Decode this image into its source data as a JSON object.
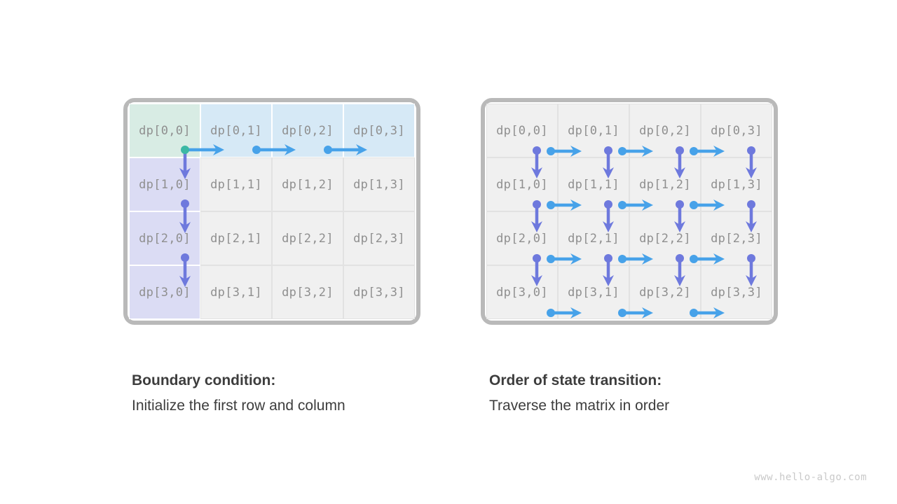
{
  "colors": {
    "teal": "#3cb8a4",
    "blue": "#47a2e9",
    "indigo": "#6e79dd",
    "mint": "#d8ece4",
    "lightblue": "#d6e9f6",
    "lavender": "#dbdcf4",
    "graycell": "#f0f0f0",
    "panel_border": "#b9b9b9",
    "label": "#8f8f8f",
    "caption": "#3d3d3d",
    "watermark": "#c9c9c9"
  },
  "watermark": {
    "text": "www.hello-algo.com"
  },
  "panels": [
    {
      "id": "boundary",
      "caption": {
        "title": "Boundary condition:",
        "body": "Initialize the first row and column"
      },
      "grid": {
        "rows": 4,
        "cols": 4,
        "labels": [
          [
            "dp[0,0]",
            "dp[0,1]",
            "dp[0,2]",
            "dp[0,3]"
          ],
          [
            "dp[1,0]",
            "dp[1,1]",
            "dp[1,2]",
            "dp[1,3]"
          ],
          [
            "dp[2,0]",
            "dp[2,1]",
            "dp[2,2]",
            "dp[2,3]"
          ],
          [
            "dp[3,0]",
            "dp[3,1]",
            "dp[3,2]",
            "dp[3,3]"
          ]
        ],
        "cell_colors": [
          [
            "mint",
            "lightblue",
            "lightblue",
            "lightblue"
          ],
          [
            "lavender",
            "graycell",
            "graycell",
            "graycell"
          ],
          [
            "lavender",
            "graycell",
            "graycell",
            "graycell"
          ],
          [
            "lavender",
            "graycell",
            "graycell",
            "graycell"
          ]
        ]
      },
      "arrows": {
        "right": [
          {
            "row": 0,
            "col": 0,
            "dot": "teal"
          },
          {
            "row": 0,
            "col": 1
          },
          {
            "row": 0,
            "col": 2
          }
        ],
        "down": [
          {
            "row": 0,
            "col": 0,
            "dot": "none"
          },
          {
            "row": 1,
            "col": 0
          },
          {
            "row": 2,
            "col": 0
          }
        ]
      }
    },
    {
      "id": "transition",
      "caption": {
        "title": "Order of state transition:",
        "body": "Traverse the matrix in order"
      },
      "grid": {
        "rows": 4,
        "cols": 4,
        "labels": [
          [
            "dp[0,0]",
            "dp[0,1]",
            "dp[0,2]",
            "dp[0,3]"
          ],
          [
            "dp[1,0]",
            "dp[1,1]",
            "dp[1,2]",
            "dp[1,3]"
          ],
          [
            "dp[2,0]",
            "dp[2,1]",
            "dp[2,2]",
            "dp[2,3]"
          ],
          [
            "dp[3,0]",
            "dp[3,1]",
            "dp[3,2]",
            "dp[3,3]"
          ]
        ],
        "cell_colors": [
          [
            "graycell",
            "graycell",
            "graycell",
            "graycell"
          ],
          [
            "graycell",
            "graycell",
            "graycell",
            "graycell"
          ],
          [
            "graycell",
            "graycell",
            "graycell",
            "graycell"
          ],
          [
            "graycell",
            "graycell",
            "graycell",
            "graycell"
          ]
        ]
      },
      "arrows": {
        "down": [
          {
            "row": 0,
            "col": 0
          },
          {
            "row": 0,
            "col": 1
          },
          {
            "row": 0,
            "col": 2
          },
          {
            "row": 0,
            "col": 3
          },
          {
            "row": 1,
            "col": 0
          },
          {
            "row": 1,
            "col": 1
          },
          {
            "row": 1,
            "col": 2
          },
          {
            "row": 1,
            "col": 3
          },
          {
            "row": 2,
            "col": 0
          },
          {
            "row": 2,
            "col": 1
          },
          {
            "row": 2,
            "col": 2
          },
          {
            "row": 2,
            "col": 3
          }
        ],
        "right": [
          {
            "row": 0,
            "col": 0
          },
          {
            "row": 0,
            "col": 1
          },
          {
            "row": 0,
            "col": 2
          },
          {
            "row": 1,
            "col": 0
          },
          {
            "row": 1,
            "col": 1
          },
          {
            "row": 1,
            "col": 2
          },
          {
            "row": 2,
            "col": 0
          },
          {
            "row": 2,
            "col": 1
          },
          {
            "row": 2,
            "col": 2
          },
          {
            "row": 3,
            "col": 0
          },
          {
            "row": 3,
            "col": 1
          },
          {
            "row": 3,
            "col": 2
          }
        ]
      }
    }
  ]
}
